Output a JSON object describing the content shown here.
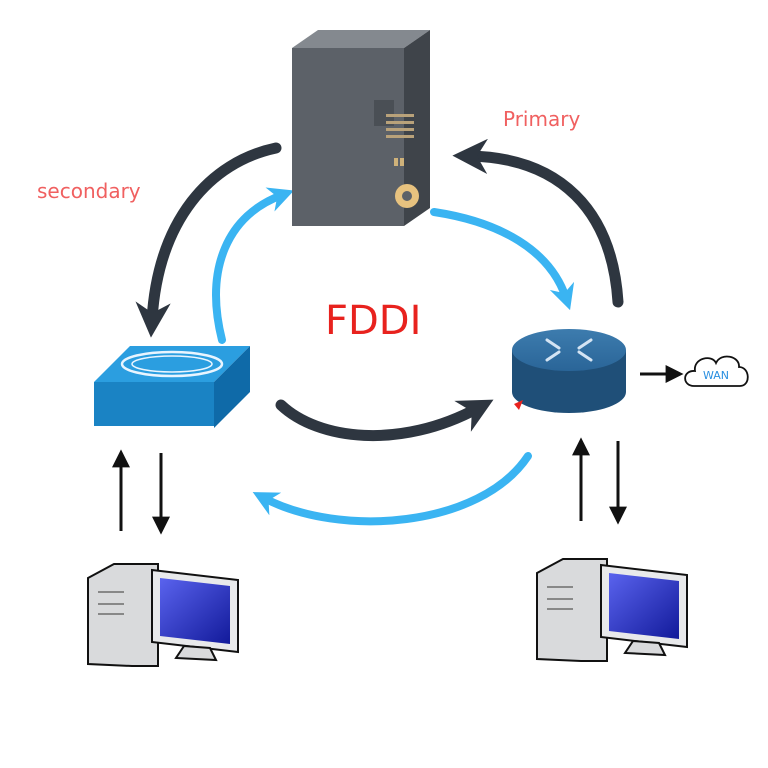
{
  "diagram": {
    "title": "FDDI",
    "primary_label": "Primary",
    "secondary_label": "secondary",
    "wan_label": "WAN"
  },
  "colors": {
    "primary_ring": "#2e3640",
    "secondary_ring": "#3ab4f2",
    "title": "#e8221e",
    "ring_labels": "#f06060",
    "switch": "#1a83c4",
    "router": "#1f4f78",
    "server": "#5c6168"
  },
  "icons": {
    "server": "server-tower-icon",
    "switch": "network-switch-icon",
    "router": "router-icon",
    "cloud": "wan-cloud-icon",
    "workstation": "desktop-computer-icon"
  }
}
